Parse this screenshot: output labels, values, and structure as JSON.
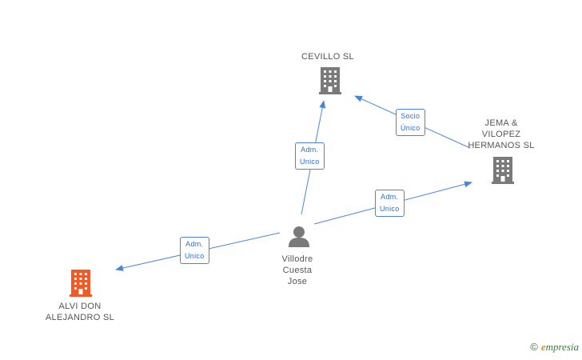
{
  "nodes": {
    "cevillo": {
      "label": "CEVILLO SL"
    },
    "jema": {
      "label_lines": [
        "JEMA &",
        "VILOPEZ",
        "HERMANOS SL"
      ]
    },
    "villodre": {
      "label_lines": [
        "Villodre",
        "Cuesta",
        "Jose"
      ]
    },
    "alvi": {
      "label_lines": [
        "ALVI DON",
        "ALEJANDRO SL"
      ]
    }
  },
  "edges": {
    "socio_unico": {
      "line1": "Socio",
      "line2": "Único"
    },
    "adm_cevillo": {
      "line1": "Adm.",
      "line2": "Unico"
    },
    "adm_jema": {
      "line1": "Adm.",
      "line2": "Unico"
    },
    "adm_alvi": {
      "line1": "Adm.",
      "line2": "Unico"
    }
  },
  "colors": {
    "edge": "#4a86d8",
    "building": "#7a7a7a",
    "building_highlight": "#f05a28",
    "person": "#7a7a7a"
  },
  "watermark": {
    "copyright": "©",
    "brand_initial": "e",
    "brand_rest": "mpresia"
  }
}
